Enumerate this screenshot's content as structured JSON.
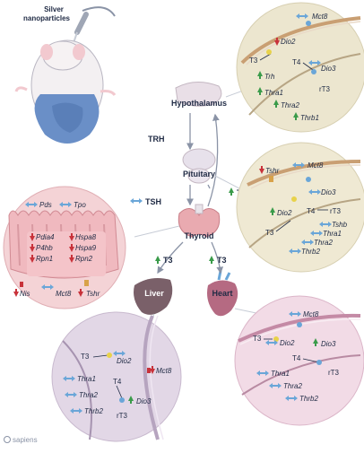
{
  "title": "Silver nanoparticles",
  "organs": {
    "hypothalamus": "Hypothalamus",
    "pituitary": "Pituitary",
    "thyroid": "Thyroid",
    "liver": "Liver",
    "heart": "Heart"
  },
  "hormones": {
    "trh": "TRH",
    "tsh": "TSH",
    "t3_pituitary": "T3",
    "t3_liver": "T3",
    "t3_heart": "T3"
  },
  "hypothalamus_panel": {
    "mct8": "Mct8",
    "t3": "T3",
    "dio2": "Dio2",
    "t4": "T4",
    "dio3": "Dio3",
    "rt3": "rT3",
    "trh": "Trh",
    "thra1": "Thra1",
    "thra2": "Thra2",
    "thrb1": "Thrb1"
  },
  "pituitary_panel": {
    "tshr": "Tshr",
    "mct8": "Mct8",
    "dio3": "Dio3",
    "dio2": "Dio2",
    "t4": "T4",
    "rt3": "rT3",
    "t3": "T3",
    "tshb": "Tshb",
    "thra1": "Thra1",
    "thra2": "Thra2",
    "thrb2": "Thrb2"
  },
  "thyroid_panel": {
    "pds": "Pds",
    "tpo": "Tpo",
    "pdia4": "Pdia4",
    "hspa8": "Hspa8",
    "p4hb": "P4hb",
    "hspa9": "Hspa9",
    "rpn1": "Rpn1",
    "rpn2": "Rpn2",
    "nis": "Nis",
    "mct8": "Mct8",
    "tshr": "Tshr"
  },
  "liver_panel": {
    "t3": "T3",
    "dio2": "Dio2",
    "mct8": "Mct8",
    "t4": "T4",
    "thra1": "Thra1",
    "thra2": "Thra2",
    "thrb2": "Thrb2",
    "dio3": "Dio3",
    "rt3": "rT3"
  },
  "heart_panel": {
    "mct8": "Mct8",
    "t3": "T3",
    "dio2": "Dio2",
    "dio3": "Dio3",
    "t4": "T4",
    "rt3": "rT3",
    "thra1": "Thra1",
    "thra2": "Thra2",
    "thrb2": "Thrb2"
  },
  "credit": "sapiens",
  "colors": {
    "up": "#3a9b4a",
    "down": "#c8323a",
    "neutral": "#6aa6d8",
    "hypo_bg": "#ece6cf",
    "pit_bg": "#efe9d3",
    "thyroid_bg": "#f4d3d6",
    "liver_bg": "#e2d7e6",
    "heart_bg": "#f2dbe6"
  }
}
